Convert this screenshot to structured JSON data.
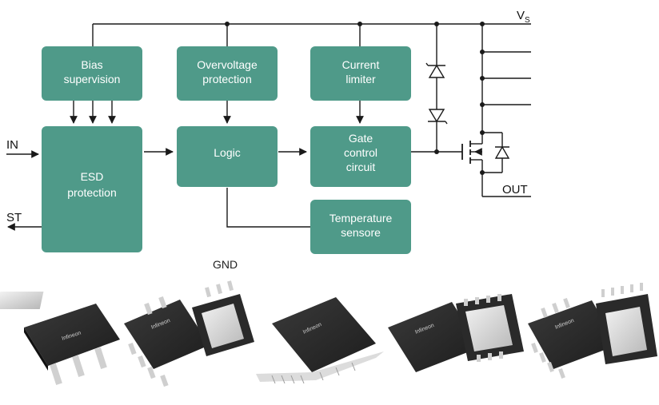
{
  "colors": {
    "block": "#4f9a89",
    "wire": "#1a1a1a",
    "background": "#ffffff",
    "chip_body": "#2b2b2b",
    "chip_pad": "#d6d6d6"
  },
  "blocks": {
    "bias": [
      "Bias",
      "supervision"
    ],
    "overvoltage": [
      "Overvoltage",
      "protection"
    ],
    "current": [
      "Current",
      "limiter"
    ],
    "esd": [
      "ESD",
      "protection"
    ],
    "logic": [
      "Logic"
    ],
    "gate": [
      "Gate",
      "control",
      "circuit"
    ],
    "temperature": [
      "Temperature",
      "sensore"
    ]
  },
  "pins": {
    "vs_main": "V",
    "vs_sub": "S",
    "in": "IN",
    "st": "ST",
    "out": "OUT",
    "gnd": "GND"
  },
  "packages": {
    "brand": "Infineon",
    "count": 5
  }
}
